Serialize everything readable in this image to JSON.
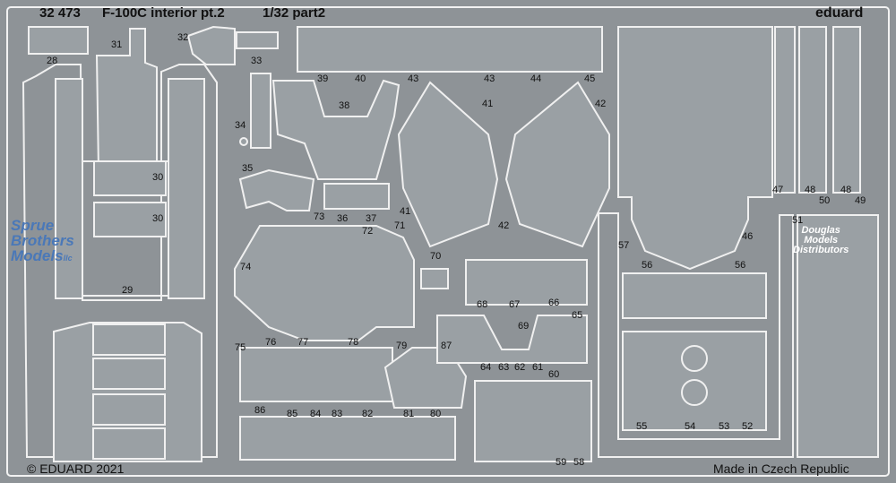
{
  "header": {
    "set_number": "32 473",
    "title": "F-100C interior pt.2",
    "scale_part": "1/32 part2",
    "brand": "eduard"
  },
  "footer": {
    "copyright": "© EDUARD 2021",
    "origin": "Made in Czech Republic"
  },
  "watermarks": {
    "left": [
      "Sprue",
      "Brothers",
      "Models",
      "llc"
    ],
    "right": [
      "Douglas",
      "Models",
      "Distributors"
    ]
  },
  "part_labels": [
    "28",
    "31",
    "32",
    "33",
    "34",
    "35",
    "29",
    "30",
    "30",
    "39",
    "40",
    "43",
    "43",
    "44",
    "45",
    "38",
    "41",
    "42",
    "42",
    "41",
    "36",
    "37",
    "73",
    "72",
    "71",
    "70",
    "74",
    "76",
    "77",
    "78",
    "75",
    "79",
    "86",
    "85",
    "84",
    "83",
    "82",
    "81",
    "80",
    "68",
    "67",
    "66",
    "69",
    "65",
    "87",
    "64",
    "63",
    "62",
    "61",
    "60",
    "59",
    "58",
    "57",
    "56",
    "56",
    "55",
    "54",
    "53",
    "52",
    "47",
    "48",
    "50",
    "48",
    "49",
    "51",
    "46"
  ],
  "colors": {
    "fret": "#8e9397",
    "metal": "#9da2a6",
    "outline": "#f2f2f2",
    "text": "#111111",
    "watermark_left": "#4a78b8",
    "watermark_right": "#ffffff"
  }
}
